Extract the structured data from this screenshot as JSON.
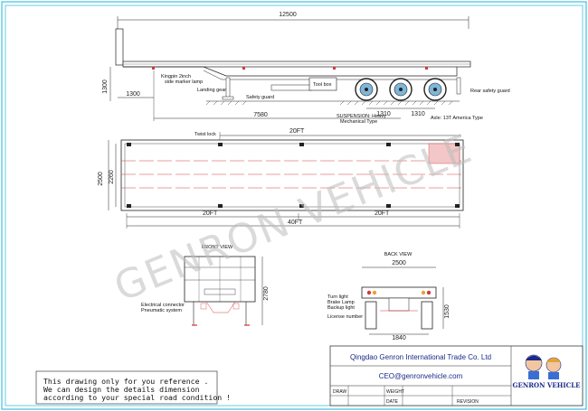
{
  "side_view": {
    "overall_length": "12500",
    "height_left": "1300",
    "front_overhang": "1300",
    "kingpin_to_axle": "7580",
    "axle_spacing_1": "1310",
    "axle_spacing_2": "1310",
    "labels": {
      "kingpin": "Kingpin 2inch",
      "side_marker": "side marker lamp",
      "landing_gear": "Landing gear",
      "safety_guard": "Safety guard",
      "tool_box": "Tool box",
      "suspension": "SUSPENSION: Heavy",
      "mechanical": "Mechanical Type",
      "rear_guard": "Rear safety guard",
      "axle": "Axle: 13T  America Type"
    }
  },
  "top_view": {
    "twist_lock": "Twist lock",
    "top_20ft": "20FT",
    "bottom_20ft_left": "20FT",
    "bottom_20ft_right": "20FT",
    "total_40ft": "40FT",
    "width_outer": "2500",
    "width_inner": "2260"
  },
  "front_view": {
    "title": "FRONT VIEW",
    "height": "2780",
    "electrical": "Electrical connector",
    "pneumatic": "Pneumatic system"
  },
  "back_view": {
    "title": "BACK VIEW",
    "width_top": "2500",
    "width_bottom": "1840",
    "height": "1530",
    "turn_light": "Turn light",
    "brake_lamp": "Brake Lamp",
    "backup_light": "Backup light",
    "license": "License number"
  },
  "watermark": "GENRON VEHICLE",
  "note": {
    "line1": "This drawing only for you reference .",
    "line2": "We can design the details dimension",
    "line3": "according to your special road condition !"
  },
  "title_block": {
    "company": "Qingdao Genron International Trade Co. Ltd",
    "email": "CEO@genronvehicle.com",
    "draw": "DRAW",
    "weight": "WEIGHT",
    "date": "DATE",
    "revision": "REVISION",
    "logo_text": "GENRON VEHICLE"
  },
  "colors": {
    "frame": "#3fc0dc",
    "line": "#1a1a1a",
    "red": "#d23a3a",
    "wheel_blue": "#7fb6d8",
    "tb_text": "#1a2a8a"
  }
}
